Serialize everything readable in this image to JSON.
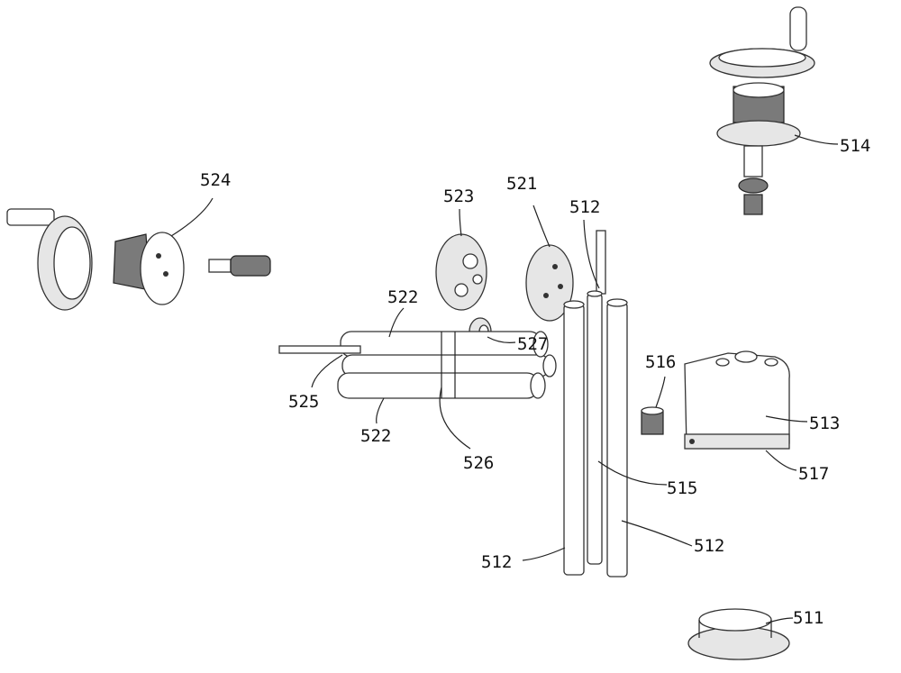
{
  "labels": {
    "l514": "514",
    "l524": "524",
    "l523": "523",
    "l521": "521",
    "l512_top": "512",
    "l522_top": "522",
    "l527": "527",
    "l516": "516",
    "l513": "513",
    "l525": "525",
    "l522_bottom": "522",
    "l526": "526",
    "l517": "517",
    "l515": "515",
    "l512_left": "512",
    "l512_right": "512",
    "l511": "511"
  }
}
